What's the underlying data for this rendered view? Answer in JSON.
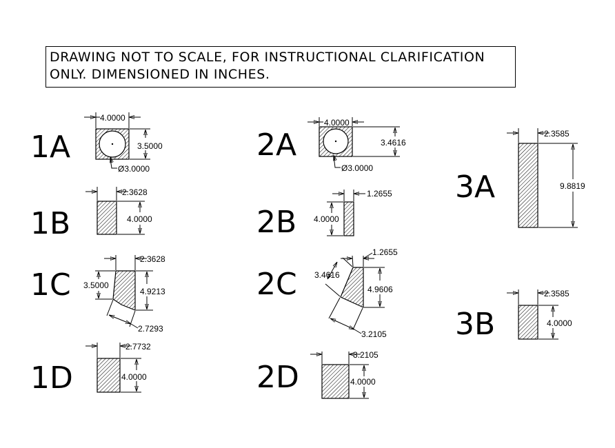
{
  "note": {
    "line1": "DRAWING NOT TO SCALE, FOR INSTRUCTIONAL CLARIFICATION",
    "line2": "ONLY. DIMENSIONED IN INCHES."
  },
  "items": {
    "1A": {
      "label": "1A",
      "width": "4.0000",
      "height": "3.5000",
      "diameter": "Ø3.0000"
    },
    "1B": {
      "label": "1B",
      "width": "2.3628",
      "height": "4.0000"
    },
    "1C": {
      "label": "1C",
      "top": "2.3628",
      "left": "3.5000",
      "right": "4.9213",
      "bottom": "2.7293"
    },
    "1D": {
      "label": "1D",
      "width": "2.7732",
      "height": "4.0000"
    },
    "2A": {
      "label": "2A",
      "width": "4.0000",
      "height": "3.4616",
      "diameter": "Ø3.0000"
    },
    "2B": {
      "label": "2B",
      "width": "1.2655",
      "height": "4.0000"
    },
    "2C": {
      "label": "2C",
      "top": "1.2655",
      "left": "3.4616",
      "right": "4.9606",
      "bottom": "3.2105"
    },
    "2D": {
      "label": "2D",
      "width": "3.2105",
      "height": "4.0000"
    },
    "3A": {
      "label": "3A",
      "width": "2.3585",
      "height": "9.8819"
    },
    "3B": {
      "label": "3B",
      "width": "2.3585",
      "height": "4.0000"
    }
  },
  "colors": {
    "line": "#000000",
    "hatch": "#000000",
    "background": "#ffffff"
  }
}
